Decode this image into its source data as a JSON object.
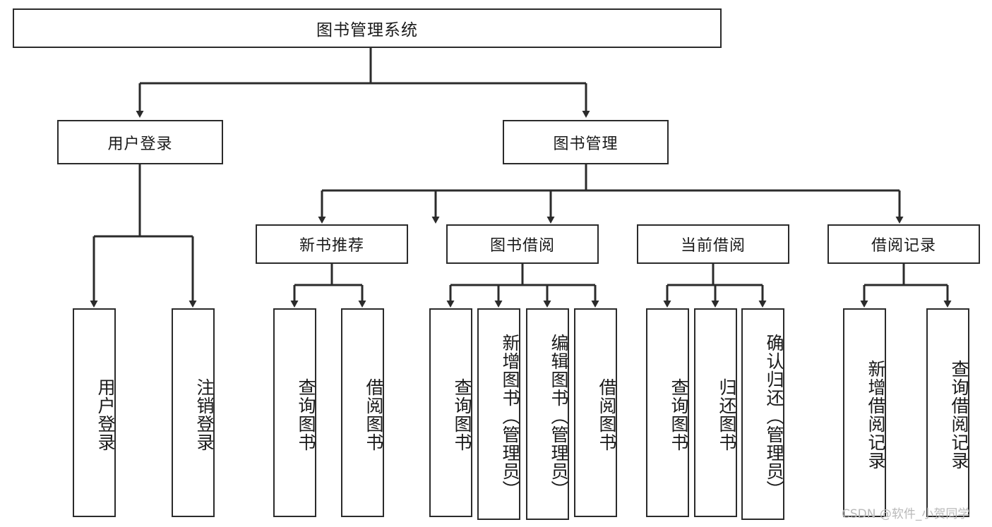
{
  "diagram": {
    "type": "tree",
    "title": "图书管理系统",
    "orientation": "top-down",
    "colors": {
      "box_border": "#2b2b2b",
      "box_fill": "#ffffff",
      "edge": "#2b2b2b",
      "text": "#1a1a1a",
      "watermark": "#b9b9b9"
    },
    "root": {
      "label": "图书管理系统"
    },
    "level2": [
      {
        "label": "用户登录"
      },
      {
        "label": "图书管理"
      }
    ],
    "level3": [
      {
        "label": "新书推荐"
      },
      {
        "label": "图书借阅"
      },
      {
        "label": "当前借阅"
      },
      {
        "label": "借阅记录"
      }
    ],
    "leaves": {
      "user_login": [
        {
          "label": "用户登录"
        },
        {
          "label": "注销登录"
        }
      ],
      "new_book_recommend": [
        {
          "label": "查询图书"
        },
        {
          "label": "借阅图书"
        }
      ],
      "book_borrow": [
        {
          "label": "查询图书"
        },
        {
          "label": "新增图书（管理员）"
        },
        {
          "label": "编辑图书（管理员）"
        },
        {
          "label": "借阅图书"
        }
      ],
      "current_borrow": [
        {
          "label": "查询图书"
        },
        {
          "label": "归还图书"
        },
        {
          "label": "确认归还（管理员）"
        }
      ],
      "borrow_record": [
        {
          "label": "新增借阅记录"
        },
        {
          "label": "查询借阅记录"
        }
      ]
    }
  },
  "watermark": {
    "text": "CSDN @软件_小贺同学"
  }
}
